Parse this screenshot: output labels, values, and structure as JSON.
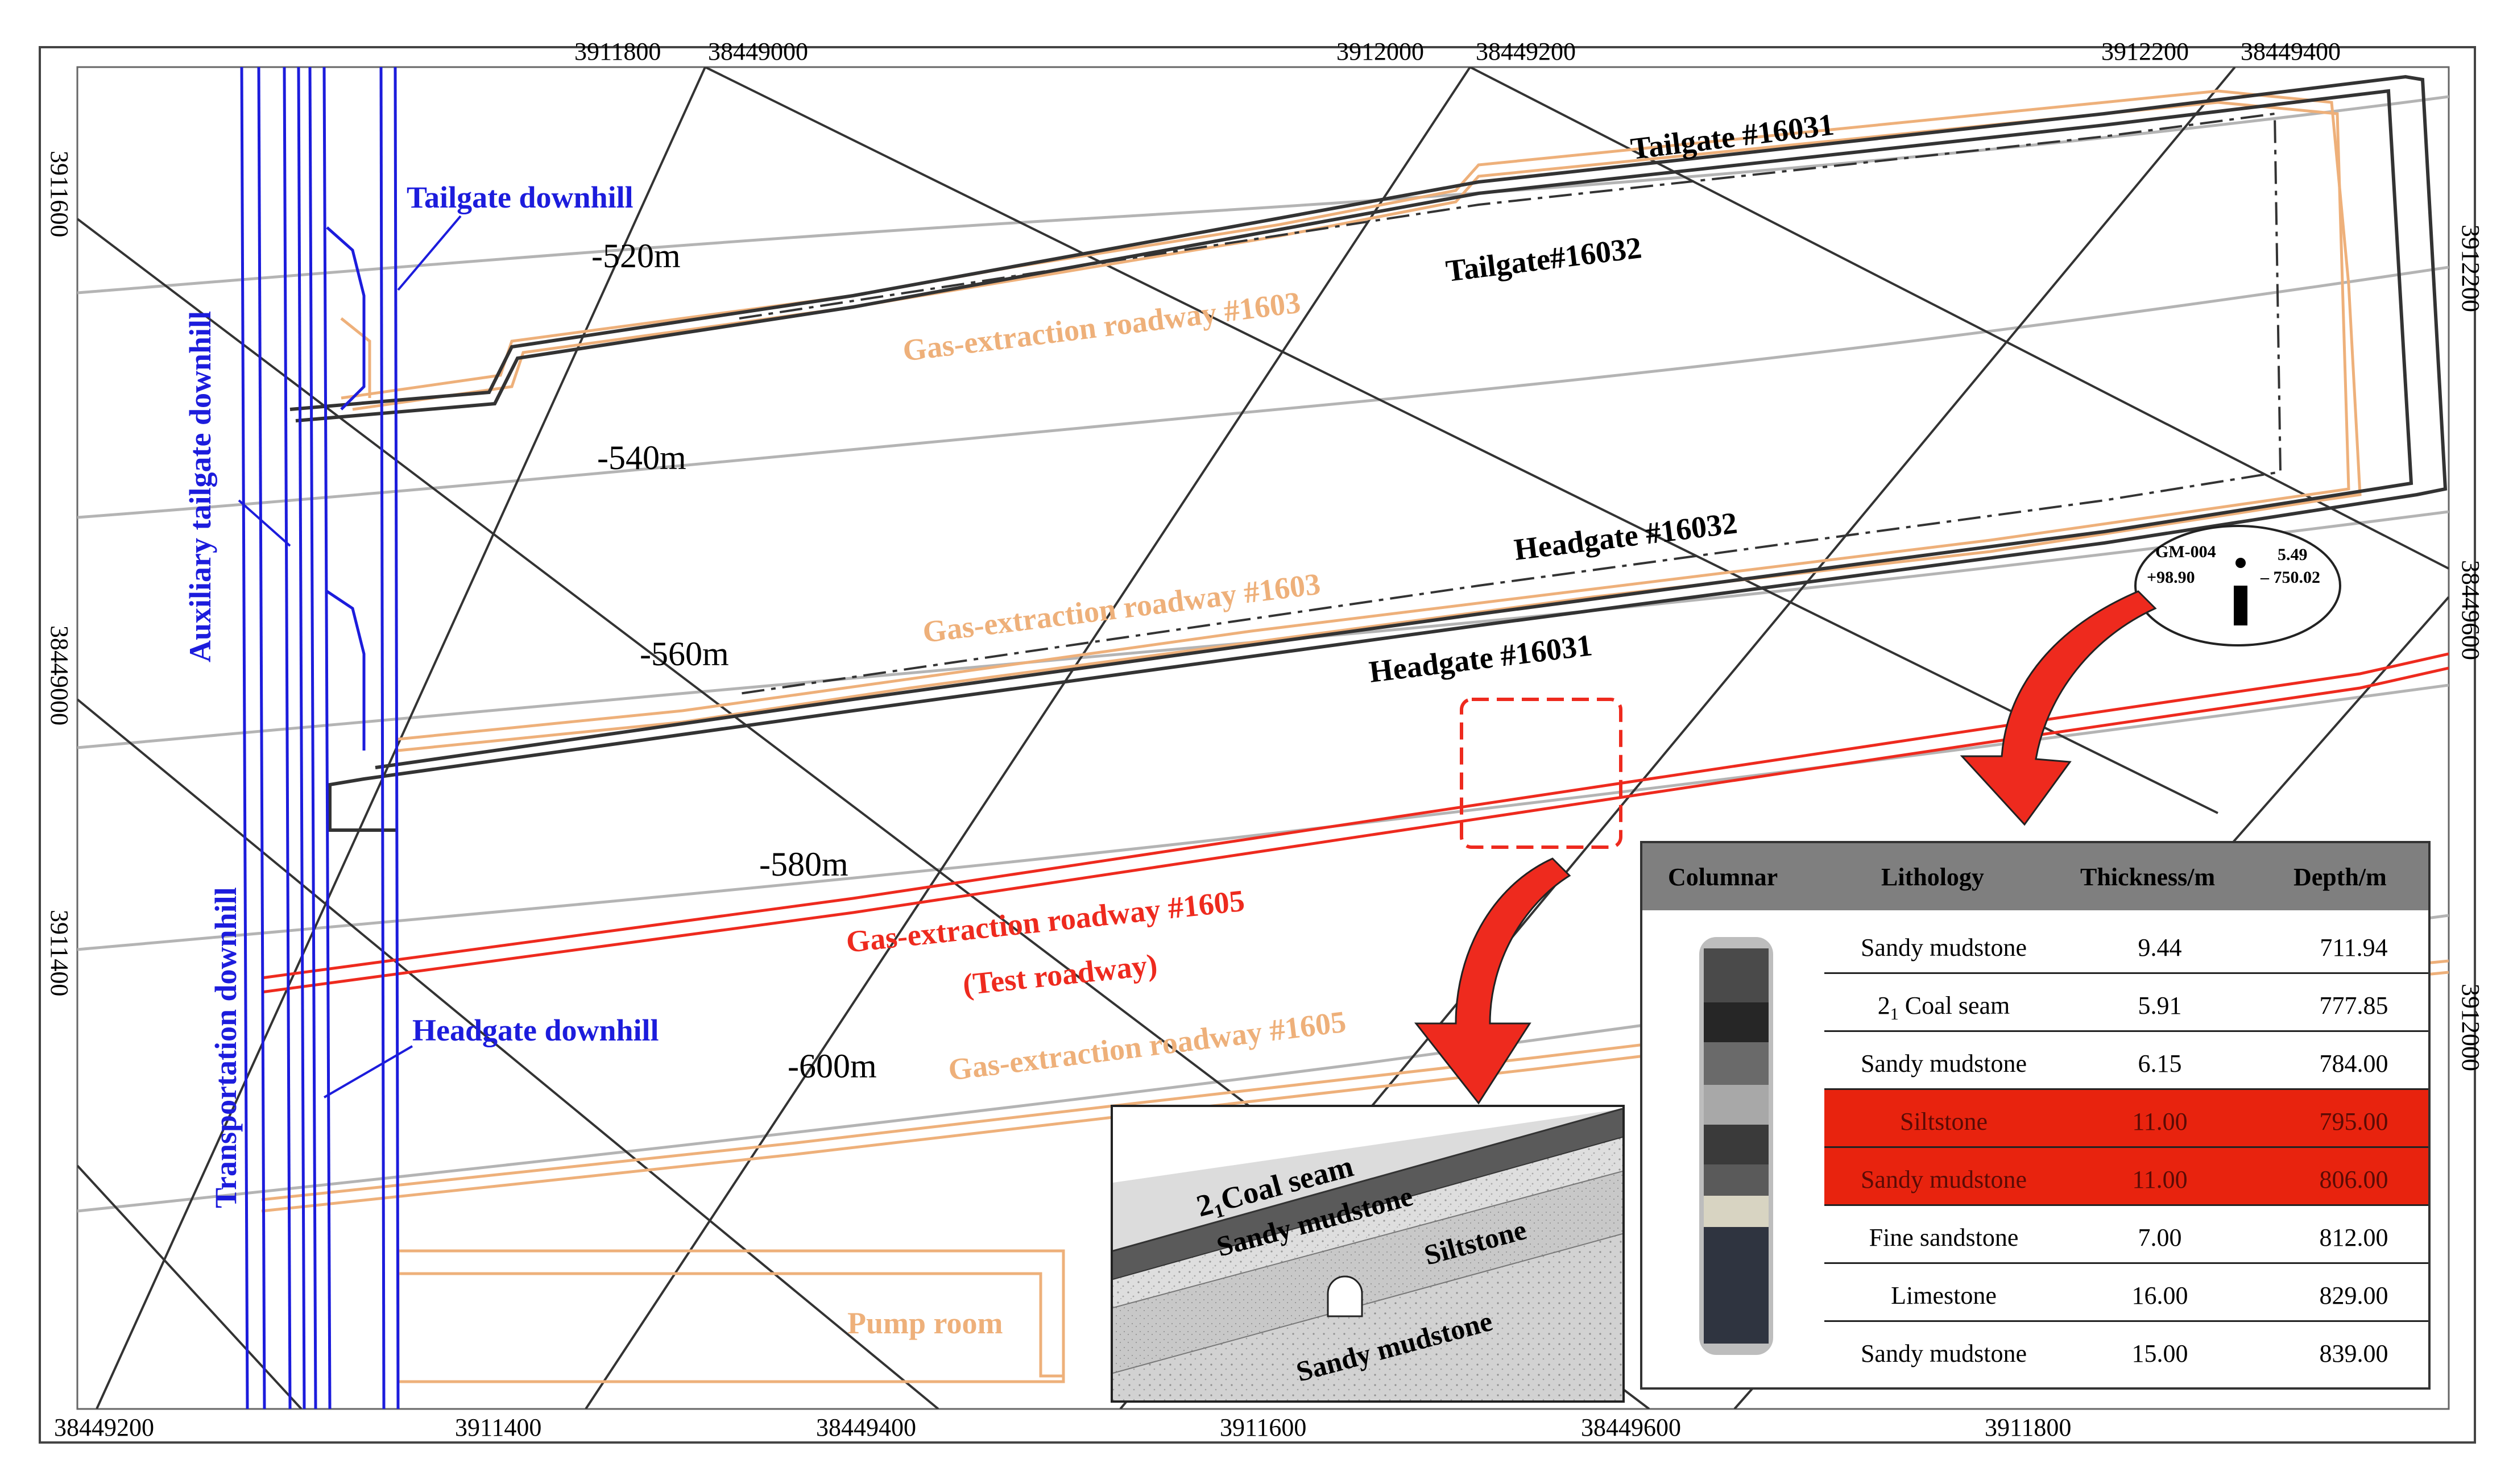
{
  "map": {
    "top_coords": [
      "3911800",
      "38449000",
      "3912000",
      "38449200",
      "3912200",
      "38449400"
    ],
    "bottom_coords": [
      "38449200",
      "3911400",
      "38449400",
      "3911600",
      "38449600",
      "3911800"
    ],
    "left_coords": [
      "3911600",
      "38449000",
      "3911400"
    ],
    "right_coords": [
      "3912200",
      "38449600",
      "3912000"
    ],
    "contours": [
      "-520m",
      "-540m",
      "-560m",
      "-580m",
      "-600m"
    ],
    "roadway_labels": {
      "tailgate_16031": "Tailgate #16031",
      "tailgate_16032": "Tailgate#16032",
      "gas_1603_upper": "Gas-extraction roadway #1603",
      "headgate_16032": "Headgate #16032",
      "gas_1603_lower": "Gas-extraction roadway #1603",
      "headgate_16031": "Headgate #16031",
      "gas_1605_test": "Gas-extraction roadway #1605",
      "test_roadway": "(Test roadway)",
      "gas_1605": "Gas-extraction roadway #1605",
      "pump_room": "Pump room"
    },
    "downhill_labels": {
      "tailgate": "Tailgate downhill",
      "auxiliary": "Auxiliary tailgate downhill",
      "transportation": "Transportation  downhill",
      "headgate": "Headgate downhill"
    },
    "borehole": {
      "id": "GM-004",
      "elevation": "+98.90",
      "value_top": "5.49",
      "value_bottom": "– 750.02"
    },
    "section": {
      "coal_seam_base": "2",
      "coal_seam_sub": "1",
      "coal_seam_rest": "Coal seam",
      "layer_1": "Sandy mudstone",
      "layer_2": "Siltstone",
      "layer_3": "Sandy mudstone"
    },
    "colors": {
      "blue": "#1c1cdc",
      "orange": "#eeb07a",
      "red": "#ee2a1e",
      "dark": "#333333",
      "grid": "#333333",
      "contour": "#b4b4b4"
    }
  },
  "table": {
    "headers": [
      "Columnar",
      "Lithology",
      "Thickness/m",
      "Depth/m"
    ],
    "rows": [
      {
        "lithology": "Sandy mudstone",
        "thickness": "9.44",
        "depth": "711.94",
        "highlight": false
      },
      {
        "lithology_base": "2",
        "lithology_sub": "1",
        "lithology_rest": " Coal seam",
        "thickness": "5.91",
        "depth": "777.85",
        "highlight": false
      },
      {
        "lithology": "Sandy mudstone",
        "thickness": "6.15",
        "depth": "784.00",
        "highlight": false
      },
      {
        "lithology": "Siltstone",
        "thickness": "11.00",
        "depth": "795.00",
        "highlight": true
      },
      {
        "lithology": "Sandy mudstone",
        "thickness": "11.00",
        "depth": "806.00",
        "highlight": true
      },
      {
        "lithology": "Fine sandstone",
        "thickness": "7.00",
        "depth": "812.00",
        "highlight": false
      },
      {
        "lithology": "Limestone",
        "thickness": "16.00",
        "depth": "829.00",
        "highlight": false
      },
      {
        "lithology": "Sandy mudstone",
        "thickness": "15.00",
        "depth": "839.00",
        "highlight": false
      }
    ]
  }
}
